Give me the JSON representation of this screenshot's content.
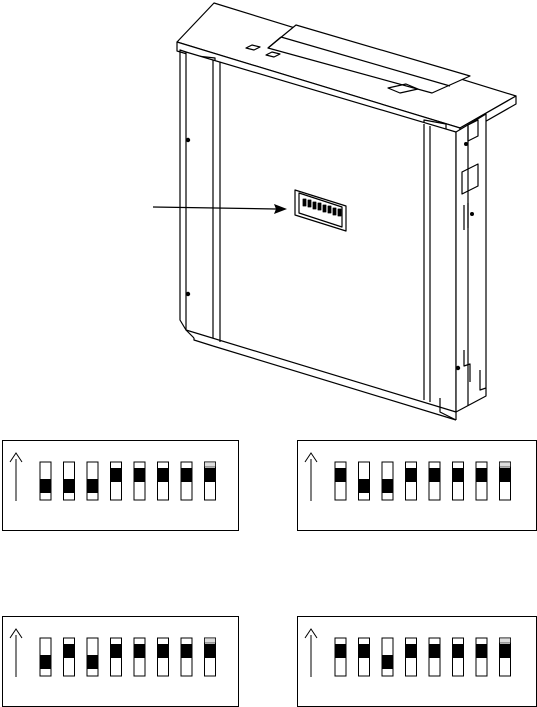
{
  "device": {
    "switch_count": 8,
    "switch_colors": {
      "outline": "#000000",
      "lever": "#000000",
      "highlight": "#ffffff"
    }
  },
  "arrow": {
    "color": "#000000",
    "points_to": "dip-switch-block"
  },
  "panels": [
    {
      "id": "top-left",
      "switches": [
        "down",
        "down",
        "down",
        "up",
        "up",
        "up",
        "up",
        "up"
      ]
    },
    {
      "id": "top-right",
      "switches": [
        "up",
        "down",
        "down",
        "up",
        "up",
        "up",
        "up",
        "up"
      ]
    },
    {
      "id": "bottom-left",
      "switches": [
        "down",
        "up",
        "down",
        "up",
        "up",
        "up",
        "up",
        "up"
      ]
    },
    {
      "id": "bottom-right",
      "switches": [
        "up",
        "up",
        "down",
        "up",
        "up",
        "up",
        "up",
        "up"
      ]
    }
  ]
}
